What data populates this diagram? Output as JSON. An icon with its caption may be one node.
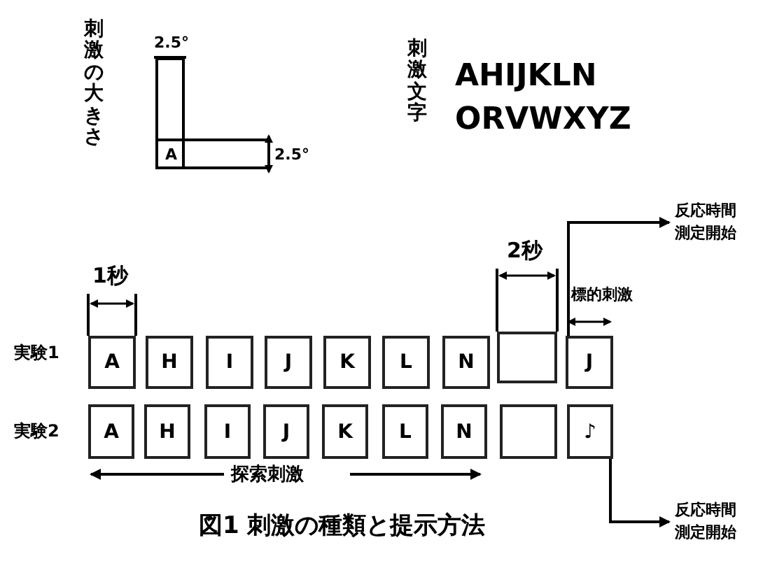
{
  "diagram": {
    "caption": "図1 刺激の種類と提示方法",
    "nodes": [
      {
        "text": [
          "反応時間測定開始"
        ]
      },
      {
        "text": [
          "A"
        ]
      },
      {
        "text": [
          "H"
        ]
      },
      {
        "text": [
          "I"
        ]
      },
      {
        "text": [
          "J"
        ]
      },
      {
        "text": [
          "K"
        ]
      },
      {
        "text": [
          "L"
        ]
      },
      {
        "text": [
          "N"
        ]
      },
      {
        "text": [],
        "shape": "box"
      },
      {
        "text": [
          "J"
        ]
      },
      {
        "text": [
          "A"
        ]
      },
      {
        "text": [
          "H"
        ]
      },
      {
        "text": [
          "I"
        ]
      },
      {
        "text": [
          "J"
        ]
      },
      {
        "text": [
          "K"
        ]
      },
      {
        "text": [
          "L"
        ]
      },
      {
        "text": [
          "N"
        ]
      },
      {
        "text": [],
        "shape": "box"
      },
      {
        "text": [
          "♪"
        ]
      },
      {
        "text": [
          "反応時間測定開始"
        ]
      }
    ],
    "edges": [
      {
        "from": 9,
        "to": 0,
        "arrow": "to"
      },
      {
        "from": 18,
        "to": 19,
        "arrow": "to"
      }
    ],
    "labels": [
      "刺激の大きさ",
      "2.5°",
      "A",
      "2.5°",
      "刺激文字",
      "AHIJKLN",
      "ORVWXYZ",
      "1秒",
      "2秒",
      "標的刺激",
      "実験1",
      "実験2",
      "探索刺激"
    ]
  }
}
